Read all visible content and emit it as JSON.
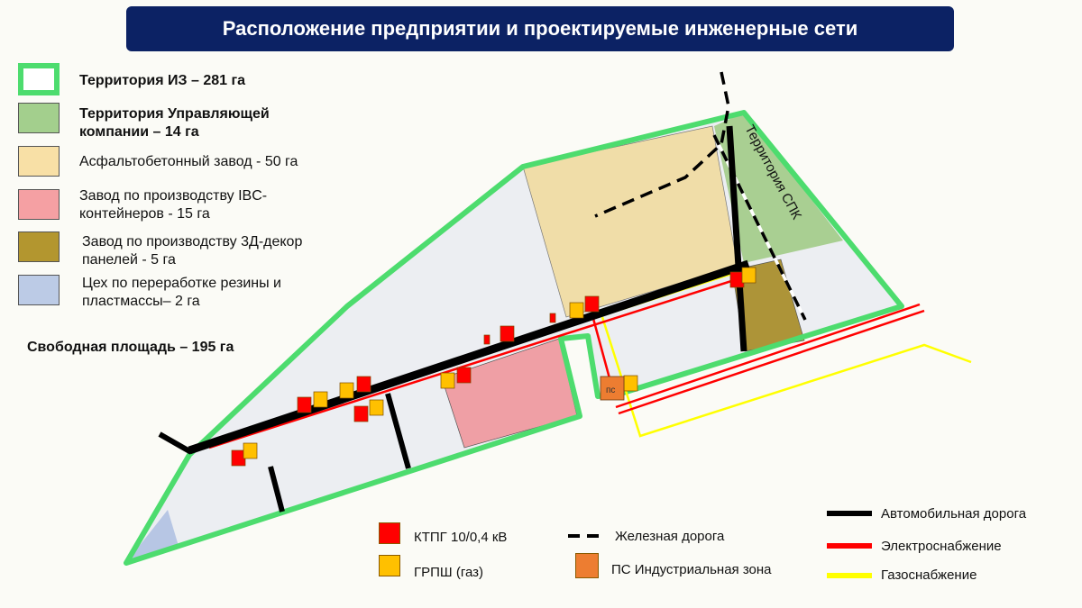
{
  "title": "Расположение предприятии и проектируемые инженерные сети",
  "legend": [
    {
      "label": "Территория ИЗ – 281 га",
      "color": "#4ddc6e",
      "style": "outline"
    },
    {
      "label": "Территория Управляющей компании – 14 га",
      "color": "#a3cf8d"
    },
    {
      "label": "Асфальтобетонный завод - 50 га",
      "color": "#f8e0a6"
    },
    {
      "label": "Завод по производству IBC-контейнеров  - 15 га",
      "color": "#f5a0a3"
    },
    {
      "label": "Завод по производству 3Д-декор панелей - 5 га",
      "color": "#b3962f"
    },
    {
      "label": "Цех по переработке резины и пластмассы– 2 га",
      "color": "#bccbe6"
    }
  ],
  "free_area": "Свободная площадь – 195 га",
  "map": {
    "spk_label": "Территория СПК",
    "substation_short": "пс"
  },
  "bottom_legend": {
    "ktpg": {
      "label": "КТПГ 10/0,4 кВ",
      "color": "#ff0000"
    },
    "grpsh": {
      "label": "ГРПШ (газ)",
      "color": "#ffc000"
    },
    "railway": {
      "label": "Железная дорога"
    },
    "substation": {
      "label": "ПС Индустриальная зона",
      "color": "#ed7d31"
    },
    "road": {
      "label": "Автомобильная дорога",
      "color": "#000000"
    },
    "power": {
      "label": "Электроснабжение",
      "color": "#ff0000"
    },
    "gas": {
      "label": "Газоснабжение",
      "color": "#ffff00"
    }
  }
}
